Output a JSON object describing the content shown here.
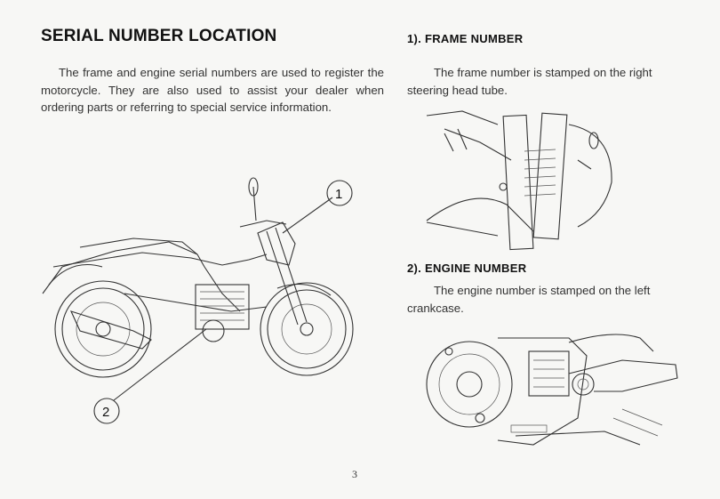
{
  "title": "SERIAL NUMBER LOCATION",
  "intro": "The frame and engine serial numbers are used to register the motorcycle. They are also used to assist your dealer when ordering parts or referring to special service information.",
  "callouts": [
    "1",
    "2"
  ],
  "frame": {
    "heading": "1). FRAME NUMBER",
    "text": "The frame number is stamped on the right steering head tube."
  },
  "engine": {
    "heading": "2). ENGINE NUMBER",
    "text": "The engine number is stamped on the left crankcase."
  },
  "page_number": "3"
}
